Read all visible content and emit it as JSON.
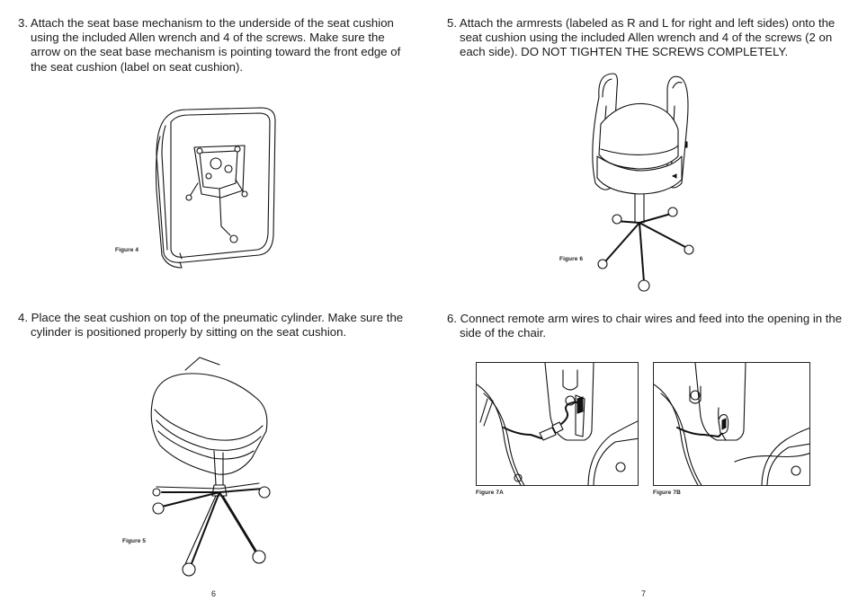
{
  "left_page": {
    "step3": "3. Attach the seat base mechanism to the underside of the seat cushion using the included Allen wrench and 4 of the screws. Make sure the arrow on the seat base mechanism is pointing toward the front edge of the seat cushion (label on seat cushion).",
    "figure4_caption": "Figure 4",
    "step4": "4. Place the seat cushion on top of the pneumatic cylinder. Make sure the cylinder is positioned properly by sitting on the seat cushion.",
    "figure5_caption": "Figure 5",
    "page_number": "6"
  },
  "right_page": {
    "step5": "5. Attach the armrests (labeled as R and L for right and left sides) onto the seat cushion using the included Allen wrench and 4 of the screws (2 on each side). DO NOT TIGHTEN THE SCREWS COMPLETELY.",
    "figure6_caption": "Figure 6",
    "step6": "6. Connect remote arm wires to chair wires and feed into the opening in the side of the chair.",
    "figure7a_caption": "Figure 7A",
    "figure7b_caption": "Figure 7B",
    "page_number": "7"
  }
}
